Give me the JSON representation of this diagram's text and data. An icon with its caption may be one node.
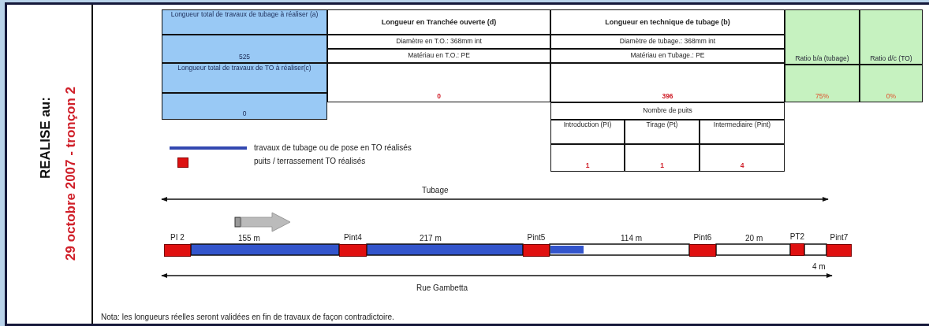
{
  "diagram": {
    "nodes": [
      {
        "text": [
          "PI 2"
        ]
      },
      {
        "text": [
          "Pint4"
        ]
      },
      {
        "text": [
          "Pint5"
        ]
      },
      {
        "text": [
          "Pint6"
        ]
      },
      {
        "text": [
          "PT2"
        ]
      },
      {
        "text": [
          "Pint7"
        ]
      }
    ],
    "edges": [
      {
        "from": 0,
        "to": 1,
        "arrow": "none",
        "label": "155 m",
        "color": "#3355cc"
      },
      {
        "from": 1,
        "to": 2,
        "arrow": "none",
        "label": "217 m",
        "color": "#3355cc"
      },
      {
        "from": 2,
        "to": 3,
        "arrow": "none",
        "label": "114 m"
      },
      {
        "from": 3,
        "to": 4,
        "arrow": "none",
        "label": "20 m"
      },
      {
        "from": 4,
        "to": 5,
        "arrow": "none",
        "label": "4 m"
      }
    ],
    "labels": [
      "REALISE au:",
      "29 octobre 2007 - tronçon 2",
      "Longueur total de travaux de tubage à réaliser (a)",
      "Longueur en Tranchée ouverte (d)",
      "Longueur en technique de tubage (b)",
      "Ratio b/a (tubage)",
      "Ratio d/c (TO)",
      "Diamètre en T.O.: 368mm int",
      "Diamètre de tubage.: 368mm int",
      "Matériau en T.O.: PE",
      "Matériau en Tubage.: PE",
      "525",
      "Longueur total de travaux de TO à réaliser(c)",
      "0",
      "396",
      "75%",
      "0%",
      "0",
      "Nombre de puits",
      "Introduction (PI)",
      "Tirage (Pt)",
      "Intermediaire (Pint)",
      "1",
      "1",
      "4",
      "Tubage",
      "Rue Gambetta",
      "Nota: les longueurs réelles seront validées en fin de travaux de façon contradictoire."
    ],
    "legend": [
      {
        "text": "travaux de tubage ou de pose en TO  réalisés"
      },
      {
        "text": "puits / terrassement TO réalisés",
        "color": "#dd1111"
      }
    ]
  }
}
